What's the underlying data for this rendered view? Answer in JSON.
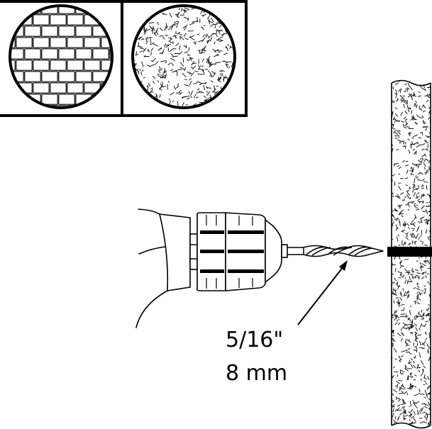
{
  "drill_bit_size": {
    "imperial": "5/16\"",
    "metric": "8 mm"
  },
  "wall_materials": [
    {
      "name": "brick",
      "icon": "brick-wall-icon"
    },
    {
      "name": "concrete",
      "icon": "concrete-wall-icon"
    }
  ],
  "colors": {
    "line": "#000000",
    "background": "#ffffff"
  }
}
